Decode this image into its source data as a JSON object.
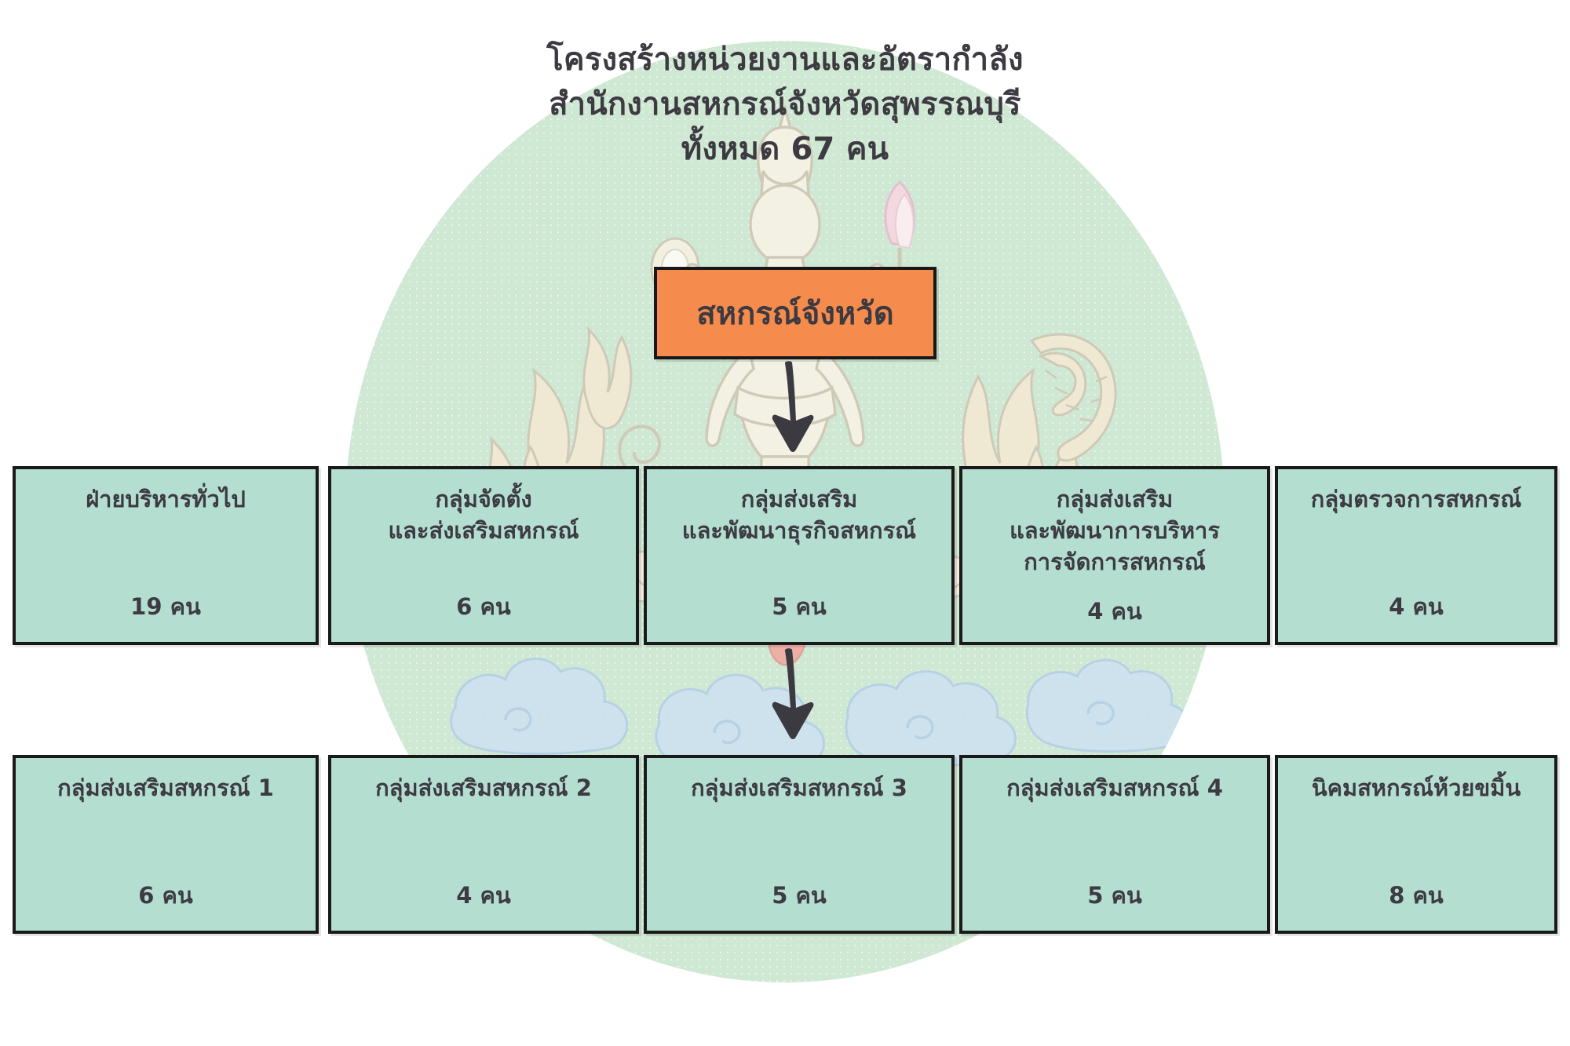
{
  "chart_data": {
    "type": "table",
    "title": "โครงสร้างหน่วยงานและอัตรากำลัง สำนักงานสหกรณ์จังหวัดสุพรรณบุรี ทั้งหมด 67 คน",
    "categories": [
      "สหกรณ์จังหวัด",
      "ฝ่ายบริหารทั่วไป",
      "กลุ่มจัดตั้งและส่งเสริมสหกรณ์",
      "กลุ่มส่งเสริมและพัฒนาธุรกิจสหกรณ์",
      "กลุ่มส่งเสริมและพัฒนาการบริหารการจัดการสหกรณ์",
      "กลุ่มตรวจการสหกรณ์",
      "กลุ่มส่งเสริมสหกรณ์ 1",
      "กลุ่มส่งเสริมสหกรณ์ 2",
      "กลุ่มส่งเสริมสหกรณ์ 3",
      "กลุ่มส่งเสริมสหกรณ์ 4",
      "นิคมสหกรณ์ห้วยขมิ้น"
    ],
    "values": [
      null,
      19,
      6,
      5,
      4,
      4,
      6,
      4,
      5,
      5,
      8
    ],
    "total": 67,
    "unit": "คน",
    "xlabel": "",
    "ylabel": ""
  },
  "title": {
    "line1": "โครงสร้างหน่วยงานและอัตรากำลัง",
    "line2": "สำนักงานสหกรณ์จังหวัดสุพรรณบุรี",
    "line3": "ทั้งหมด 67 คน"
  },
  "root": {
    "label": "สหกรณ์จังหวัด"
  },
  "colors": {
    "root_fill": "#f58b4c",
    "box_fill": "#b3ded0",
    "border": "#1a1a1a",
    "text": "#3d3a42",
    "seal_bg": "#cfe8d3",
    "page_bg": "#ffffff"
  },
  "row1": [
    {
      "lines": [
        "ฝ่ายบริหารทั่วไป"
      ],
      "count": "19 คน"
    },
    {
      "lines": [
        "กลุ่มจัดตั้ง",
        "และส่งเสริมสหกรณ์"
      ],
      "count": "6 คน"
    },
    {
      "lines": [
        "กลุ่มส่งเสริม",
        "และพัฒนาธุรกิจสหกรณ์"
      ],
      "count": "5 คน"
    },
    {
      "lines": [
        "กลุ่มส่งเสริม",
        "และพัฒนาการบริหาร",
        "การจัดการสหกรณ์"
      ],
      "count": "4 คน"
    },
    {
      "lines": [
        "กลุ่มตรวจการสหกรณ์"
      ],
      "count": "4 คน"
    }
  ],
  "row2": [
    {
      "lines": [
        "กลุ่มส่งเสริมสหกรณ์ 1"
      ],
      "count": "6 คน"
    },
    {
      "lines": [
        "กลุ่มส่งเสริมสหกรณ์ 2"
      ],
      "count": "4 คน"
    },
    {
      "lines": [
        "กลุ่มส่งเสริมสหกรณ์ 3"
      ],
      "count": "5 คน"
    },
    {
      "lines": [
        "กลุ่มส่งเสริมสหกรณ์ 4"
      ],
      "count": "5 คน"
    },
    {
      "lines": [
        "นิคมสหกรณ์ห้วยขมิ้น"
      ],
      "count": "8 คน"
    }
  ],
  "arrows": [
    {
      "name": "arrow-root-to-row1"
    },
    {
      "name": "arrow-row1-to-row2"
    }
  ]
}
